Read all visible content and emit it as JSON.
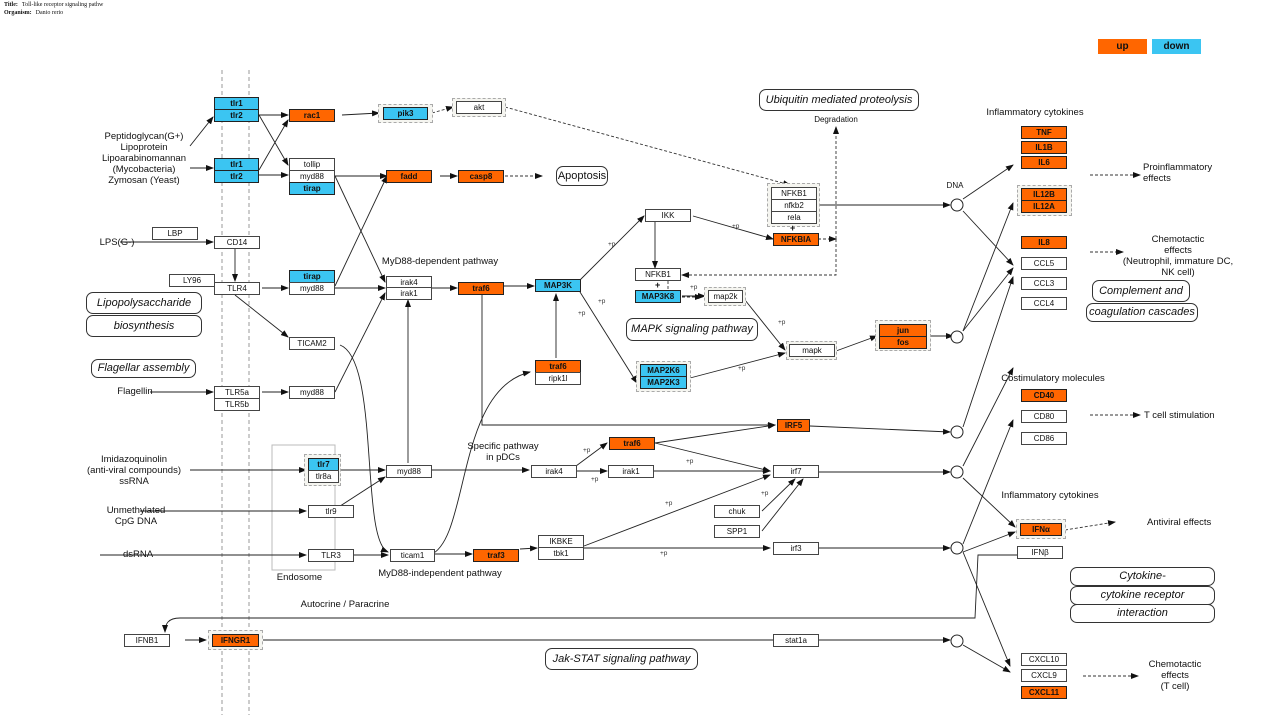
{
  "header": {
    "title_key": "Title:",
    "title_value": "Toll-like receptor signaling pathw",
    "organism_key": "Organism:",
    "organism_value": "Danio rerio"
  },
  "legend": {
    "up": {
      "label": "up",
      "color": "#ff6600"
    },
    "down": {
      "label": "down",
      "color": "#3bc5f2"
    }
  },
  "ligands": {
    "gram_pos": [
      "Peptidoglycan(G+)",
      "Lipoprotein",
      "Lipoarabinomannan",
      "(Mycobacteria)",
      "Zymosan (Yeast)"
    ],
    "lps": "LPS(G-)",
    "flagellin": "Flagellin",
    "imidazo": [
      "Imidazoquinolin",
      "(anti-viral compounds)",
      "ssRNA"
    ],
    "cpg": [
      "Unmethylated",
      "CpG DNA"
    ],
    "dsrna": "dsRNA"
  },
  "genes": {
    "tlr1_a": "tlr1",
    "tlr2_a": "tlr2",
    "tlr1_b": "tlr1",
    "tlr2_b": "tlr2",
    "rac1": "rac1",
    "pik3": "pik3",
    "akt": "akt",
    "tollip": "tollip",
    "myd88_a": "myd88",
    "tirap_a": "tirap",
    "fadd": "fadd",
    "casp8": "casp8",
    "lbp": "LBP",
    "cd14": "CD14",
    "ly96": "LY96",
    "tlr4": "TLR4",
    "tirap_b": "tirap",
    "myd88_b": "myd88",
    "irak4_a": "irak4",
    "irak1_a": "irak1",
    "traf6_a": "traf6",
    "map3k": "MAP3K",
    "ticam2": "TICAM2",
    "tlr5a": "TLR5a",
    "tlr5b": "TLR5b",
    "myd88_c": "myd88",
    "traf6_b": "traf6",
    "ripk1l": "ripk1l",
    "ikk": "IKK",
    "nfkb1_a": "NFKB1",
    "nfkb2": "nfkb2",
    "rela": "rela",
    "nfkbia": "NFKBIA",
    "nfkb1_b": "NFKB1",
    "map3k8": "MAP3K8",
    "map2k": "map2k",
    "mapk": "mapk",
    "map2k6": "MAP2K6",
    "map2k3": "MAP2K3",
    "jun": "jun",
    "fos": "fos",
    "tlr7": "tlr7",
    "tlr8a": "tlr8a",
    "tlr9": "tlr9",
    "tlr3": "TLR3",
    "myd88_d": "myd88",
    "ticam1": "ticam1",
    "irak4_b": "irak4",
    "irak1_b": "irak1",
    "traf6_c": "traf6",
    "irf5": "IRF5",
    "irf7": "irf7",
    "chuk": "chuk",
    "spp1": "SPP1",
    "irf3": "irf3",
    "traf3": "traf3",
    "ikbke": "IKBKE",
    "tbk1": "tbk1",
    "ifnb1": "IFNB1",
    "ifngr1": "IFNGR1",
    "stat1a": "stat1a",
    "tnf": "TNF",
    "il1b": "IL1B",
    "il6": "IL6",
    "il12b": "IL12B",
    "il12a": "IL12A",
    "il8": "IL8",
    "ccl5": "CCL5",
    "ccl3": "CCL3",
    "ccl4": "CCL4",
    "cd40": "CD40",
    "cd80": "CD80",
    "cd86": "CD86",
    "ifna": "IFNα",
    "ifnb": "IFNβ",
    "cxcl10": "CXCL10",
    "cxcl9": "CXCL9",
    "cxcl11": "CXCL11"
  },
  "pathways": {
    "lps_bio_1": "Lipopolysaccharide",
    "lps_bio_2": "biosynthesis",
    "flagellar": "Flagellar assembly",
    "apoptosis": "Apoptosis",
    "ubiquitin": "Ubiquitin mediated proteolysis",
    "mapk": "MAPK signaling pathway",
    "complement_1": "Complement and",
    "complement_2": "coagulation cascades",
    "cytokine_1": "Cytokine-",
    "cytokine_2": "cytokine receptor",
    "cytokine_3": "interaction",
    "jakstat": "Jak-STAT signaling pathway"
  },
  "labels": {
    "degradation": "Degradation",
    "dna": "DNA",
    "myd88_dep": "MyD88-dependent pathway",
    "myd88_indep": "MyD88-independent pathway",
    "specific": [
      "Specific pathway",
      "in pDCs"
    ],
    "endosome": "Endosome",
    "autocrine": "Autocrine / Paracrine",
    "infl_cyto_1": "Inflammatory cytokines",
    "infl_cyto_2": "Inflammatory cytokines",
    "costim": "Costimulatory molecules",
    "proinfl": [
      "Proinflammatory",
      "effects"
    ],
    "chemo1": [
      "Chemotactic",
      "effects",
      "(Neutrophil, immature DC,",
      "NK cell)"
    ],
    "tcell": "T cell stimulation",
    "antiviral": "Antiviral effects",
    "chemo2": [
      "Chemotactic",
      "effects",
      "(T cell)"
    ],
    "plus_p": "+p",
    "plus": "+"
  }
}
